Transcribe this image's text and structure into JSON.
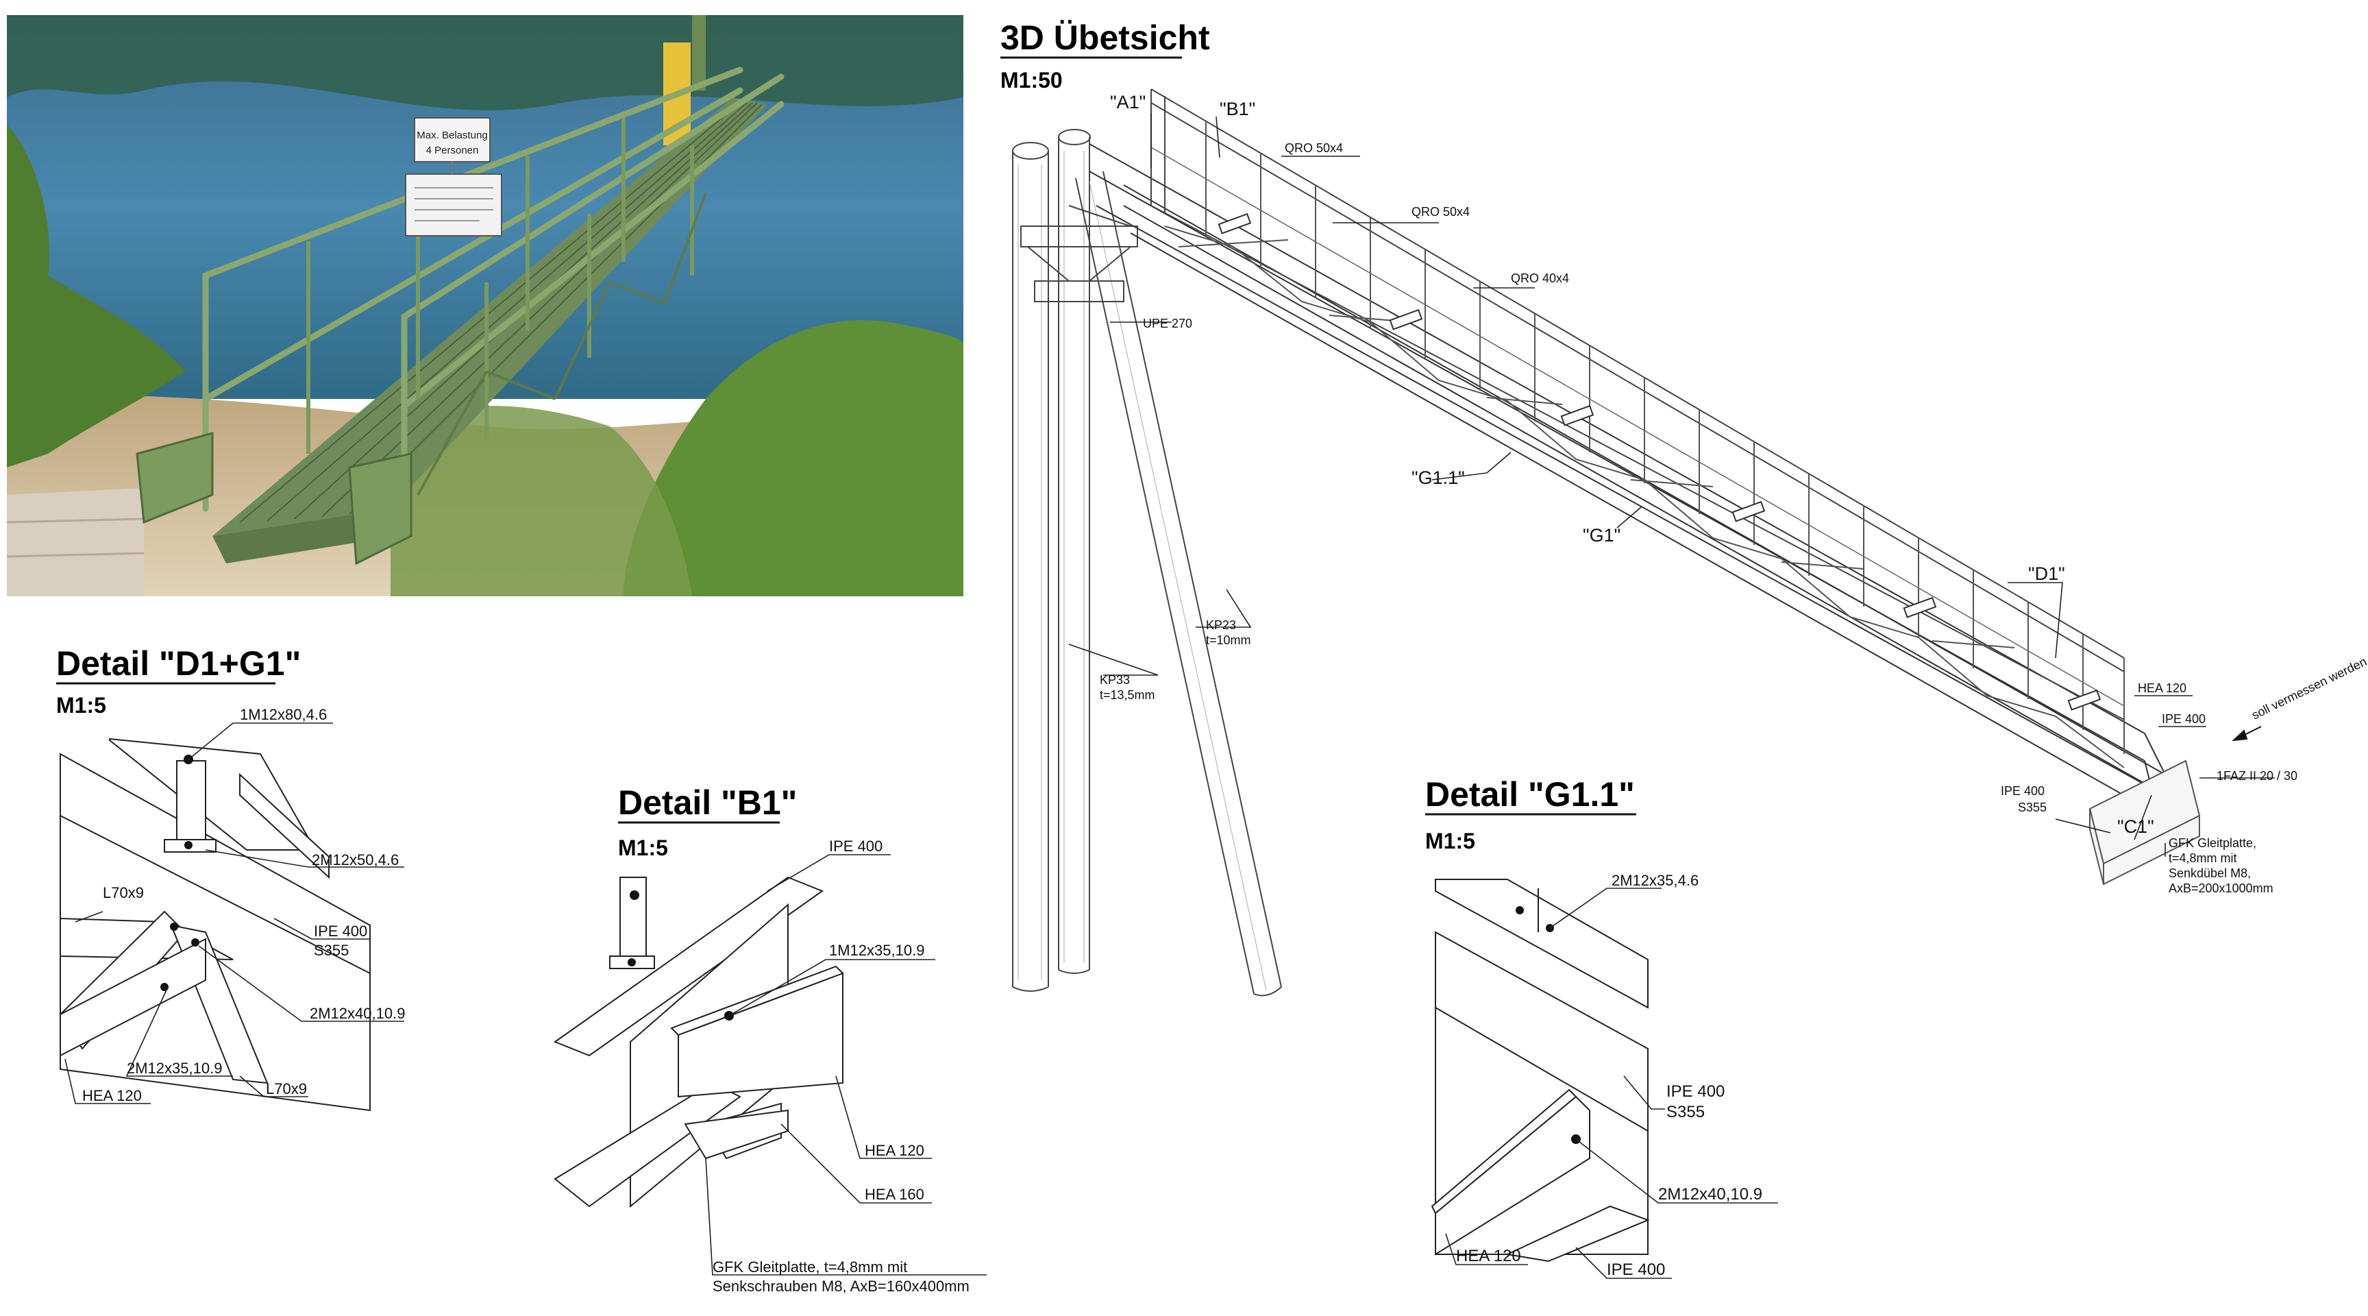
{
  "photo": {
    "sign_load_line1": "Max. Belastung",
    "sign_load_line2": "4 Personen",
    "colors": {
      "water": "#3f7fa6",
      "foliage": "#5b8a35",
      "bridge_green": "#7b9a5e",
      "ground": "#d8c4a4"
    }
  },
  "overview": {
    "title": "3D Übetsicht",
    "scale": "M1:50",
    "labels": {
      "a1": "\"A1\"",
      "b1": "\"B1\"",
      "qro_top": "QRO 50x4",
      "qro_mid": "QRO 50x4",
      "qro_40": "QRO 40x4",
      "upe": "UPE 270",
      "g11": "\"G1.1\"",
      "g1": "\"G1\"",
      "d1": "\"D1\"",
      "kp23_a": "KP23",
      "kp23_b": "t=10mm",
      "kp33_a": "KP33",
      "kp33_b": "t=13,5mm",
      "hea120": "HEA 120",
      "ipe400": "IPE 400",
      "measure": "soll vermessen werden",
      "faz": "1FAZ II 20 / 30",
      "ipe400_b": "IPE 400",
      "s355": "S355",
      "c1": "\"C1\"",
      "gfk_1": "GFK Gleitplatte,",
      "gfk_2": "t=4,8mm mit",
      "gfk_3": "Senkdübel M8,",
      "gfk_4": "AxB=200x1000mm"
    }
  },
  "detail_d1g1": {
    "title": "Detail \"D1+G1\"",
    "scale": "M1:5",
    "labels": {
      "bolt1": "1M12x80,4.6",
      "bolt2": "2M12x50,4.6",
      "l70_1": "L70x9",
      "ipe": "IPE 400",
      "s355": "S355",
      "bolt3": "2M12x40,10.9",
      "bolt4": "2M12x35,10.9",
      "l70_2": "L70x9",
      "hea": "HEA 120"
    }
  },
  "detail_b1": {
    "title": "Detail \"B1\"",
    "scale": "M1:5",
    "labels": {
      "ipe": "IPE 400",
      "bolt": "1M12x35,10.9",
      "hea120": "HEA 120",
      "hea160": "HEA 160",
      "gfk_1": "GFK Gleitplatte, t=4,8mm mit",
      "gfk_2": "Senkschrauben M8, AxB=160x400mm"
    }
  },
  "detail_g11": {
    "title": "Detail \"G1.1\"",
    "scale": "M1:5",
    "labels": {
      "bolt1": "2M12x35,4.6",
      "ipe": "IPE 400",
      "s355": "S355",
      "bolt2": "2M12x40,10.9",
      "hea": "HEA 120",
      "ipe_b": "IPE 400"
    }
  }
}
